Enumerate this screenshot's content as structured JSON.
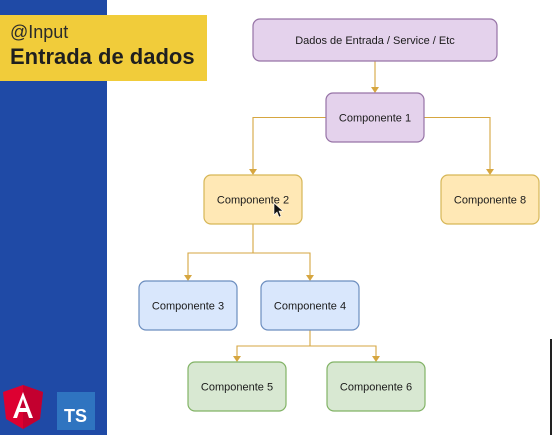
{
  "header": {
    "line1": "@Input",
    "line2": "Entrada de dados"
  },
  "badges": {
    "angular_icon": "angular-logo",
    "ts_label": "TS"
  },
  "diagram": {
    "nodes": [
      {
        "id": "input",
        "label": "Dados de Entrada / Service / Etc",
        "fill": "#e4d2ec",
        "stroke": "#9673a6"
      },
      {
        "id": "c1",
        "label": "Componente 1",
        "fill": "#e4d2ec",
        "stroke": "#9673a6"
      },
      {
        "id": "c2",
        "label": "Componente 2",
        "fill": "#ffe8b5",
        "stroke": "#d6b656"
      },
      {
        "id": "c8",
        "label": "Componente 8",
        "fill": "#ffe8b5",
        "stroke": "#d6b656"
      },
      {
        "id": "c3",
        "label": "Componente 3",
        "fill": "#d9e7fc",
        "stroke": "#6c8ebf"
      },
      {
        "id": "c4",
        "label": "Componente 4",
        "fill": "#d9e7fc",
        "stroke": "#6c8ebf"
      },
      {
        "id": "c5",
        "label": "Componente 5",
        "fill": "#d8e8d2",
        "stroke": "#82b366"
      },
      {
        "id": "c6",
        "label": "Componente 6",
        "fill": "#d8e8d2",
        "stroke": "#82b366"
      }
    ],
    "edges": [
      {
        "from": "input",
        "to": "c1"
      },
      {
        "from": "c1",
        "to": "c2"
      },
      {
        "from": "c1",
        "to": "c8"
      },
      {
        "from": "c2",
        "to": "c3"
      },
      {
        "from": "c2",
        "to": "c4"
      },
      {
        "from": "c4",
        "to": "c5"
      },
      {
        "from": "c4",
        "to": "c6"
      }
    ]
  }
}
